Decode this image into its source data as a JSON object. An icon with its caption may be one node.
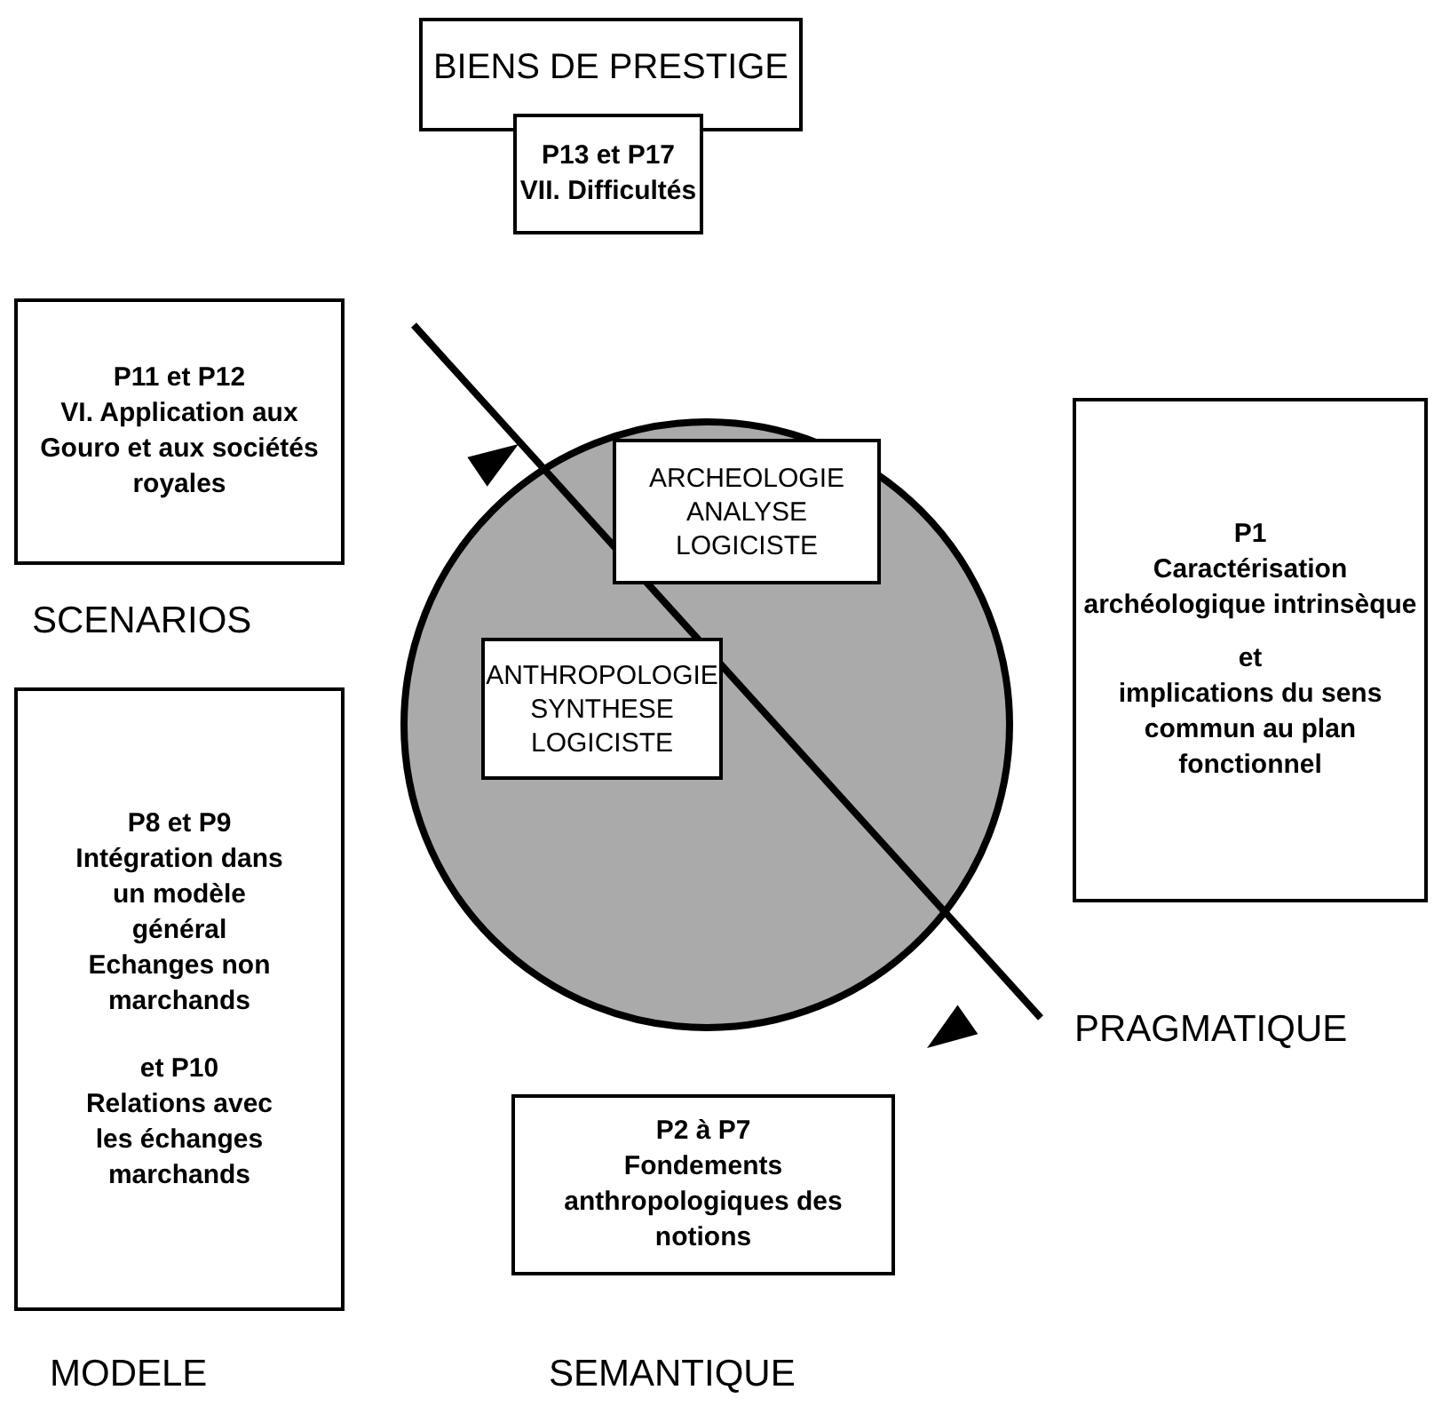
{
  "diagram": {
    "nodes": [
      {
        "text": [
          "BIENS DE PRESTIGE"
        ]
      },
      {
        "text": [
          "P13 et P17",
          "VII. Difficultés"
        ]
      },
      {
        "text": [
          "P11 et P12",
          "VI. Application aux Gouro et aux sociétés royales"
        ]
      },
      {
        "text": [],
        "shape": "circle"
      },
      {
        "text": [
          "ARCHEOLOGIE ANALYSE LOGICISTE"
        ],
        "in": 3
      },
      {
        "text": [
          "ANTHROPOLOGIE SYNTHESE LOGICISTE"
        ],
        "in": 3
      },
      {
        "text": [
          "P1",
          "Caractérisation archéologique intrinsèque",
          "et",
          "implications du sens commun au plan fonctionnel"
        ]
      },
      {
        "text": [
          "P8 et P9",
          "Intégration dans un modèle général",
          "Echanges non marchands",
          "et P10",
          "Relations avec les échanges marchands"
        ]
      },
      {
        "text": [
          "P2 à P7",
          "Fondements anthropologiques des notions"
        ]
      }
    ],
    "labels": [
      "SCENARIOS",
      "PRAGMATIQUE",
      "MODELE",
      "SEMANTIQUE"
    ]
  }
}
